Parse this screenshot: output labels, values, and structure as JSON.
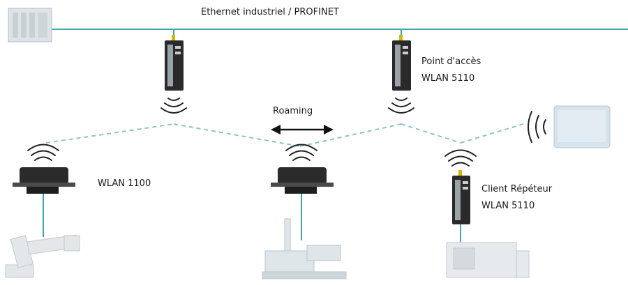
{
  "network": {
    "title": "Ethernet industriel / PROFINET",
    "line_color": "#3aa8a8",
    "wireless_link_color": "#8fc4c4"
  },
  "access_point": {
    "label_line1": "Point d'accès",
    "label_line2": "WLAN 5110"
  },
  "client_left": {
    "label": "WLAN 1100"
  },
  "roaming": {
    "label": "Roaming"
  },
  "repeater": {
    "label_line1": "Client Répéteur",
    "label_line2": "WLAN 5110"
  }
}
